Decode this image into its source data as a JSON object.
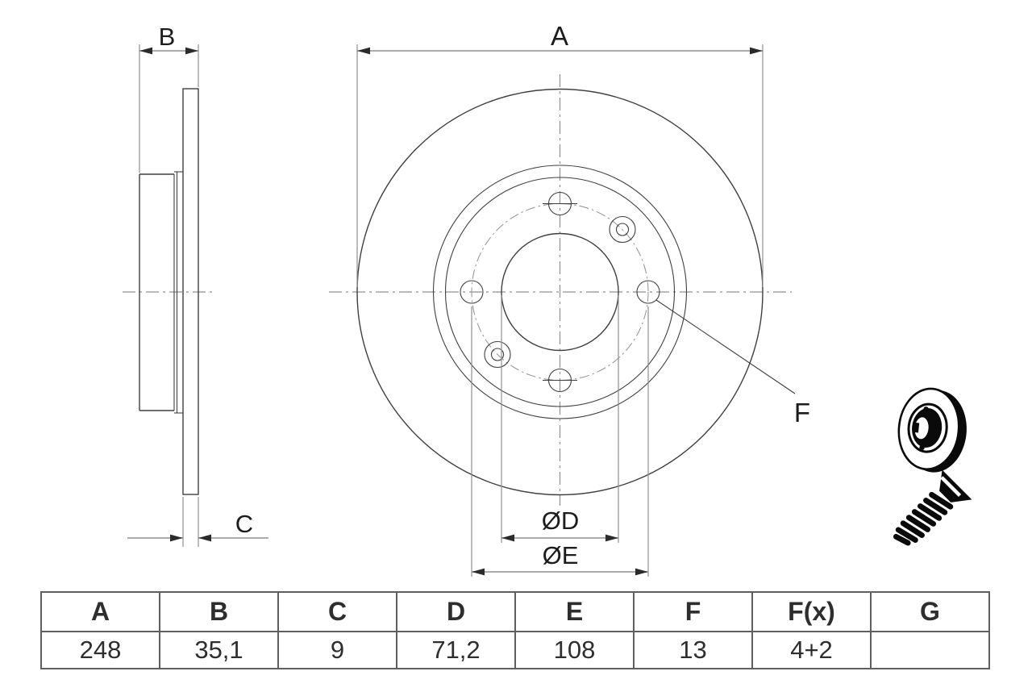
{
  "drawing": {
    "dimension_labels": {
      "a": "A",
      "b": "B",
      "c": "C",
      "d": "ØD",
      "e": "ØE",
      "f": "F"
    }
  },
  "table": {
    "headers": [
      "A",
      "B",
      "C",
      "D",
      "E",
      "F",
      "F(x)",
      "G"
    ],
    "values": [
      "248",
      "35,1",
      "9",
      "71,2",
      "108",
      "13",
      "4+2",
      ""
    ]
  },
  "icons": {
    "disc_preview": "brake-disc-3d-icon",
    "screw": "countersunk-screw-icon"
  },
  "colors": {
    "background": "#ffffff",
    "part_line": "#3f3f3f",
    "dimension_line": "#8f8f8f",
    "centerline": "#909090",
    "arrowhead": "#2b2b2b",
    "label_text": "#1c1c1c",
    "table_border": "#5f5f5f",
    "table_text": "#2e2e2e",
    "icon": "#0a0a0a"
  }
}
